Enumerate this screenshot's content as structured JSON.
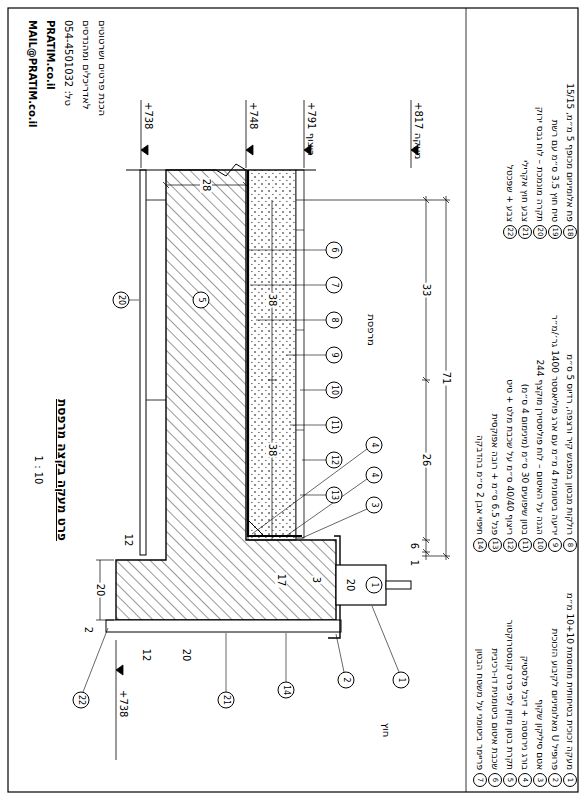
{
  "diagram": {
    "title": "פרט מעקה בקצה מרפסת",
    "labels": [
      "1 : 10",
      "הכנת פרטים ושרטוטים",
      "לאדריכלים ומהנדסים",
      "054-4501032 :טל",
      "PRATIM.co.il",
      "MAIL@PRATIM.co.il",
      "1",
      "מעקה זכוכית בטיחותית מחוסמת 10+10 מ״מ",
      "2",
      "פרופיל U מאלומיניום לקיבוע הזכוכית",
      "3",
      "אטם סיליקון שקוף",
      "4",
      "בורג נירוסטה + דיבל פלסטיק",
      "5",
      "תקרת בטון מזוין לפי פרט קונסטרוקטור",
      "6",
      "שכבת איטום ביטומנית דו-רכיבית",
      "7",
      "פריימר ביטומני על משטח הבטון",
      "8",
      "רולקות מבטון במפגש קיר ורצפה, רדיוס 5 ס״מ",
      "9",
      "יריעה ביטומנית 4 מ״מ עם ארג פוליאסטר 1400 גר׳/מ״ר",
      "10",
      "הגנה על האיטום – לוח פוליסטירן מוקצף 244",
      "11",
      "בטון שיפועים 30 ס״מ (מינימום 4 ס״מ)",
      "12",
      "ריצוף 40/40 ס״מ על שכבת מלט + טיט",
      "13",
      "פנל 6.5 ס״מ + רובה אפוקסית",
      "14",
      "חיפוי אבן 2 ס״מ בהדבקה",
      "18",
      "פח אלומיניום מכופף 5 מ״מ, 15/15",
      "19",
      "טיח חוץ 3.5 ס״מ עם רשת",
      "20",
      "תקרה מונמכת – לוח גבס ירוק",
      "21",
      "צבע חוץ אקרילי",
      "22",
      "צבע + שפכטל",
      "+817 מעקה",
      "+791 ריצוף",
      "+748",
      "+738",
      "+738",
      "71",
      "33",
      "26",
      "6",
      "1",
      "38",
      "38",
      "28",
      "20",
      "20",
      "2",
      "12",
      "12",
      "3",
      "17",
      "20",
      "מרפסת",
      "חוץ",
      "1",
      "1",
      "2",
      "3",
      "4",
      "4",
      "5",
      "6",
      "7",
      "8",
      "9",
      "10",
      "11",
      "12",
      "13",
      "14",
      "20",
      "21",
      "22"
    ]
  }
}
